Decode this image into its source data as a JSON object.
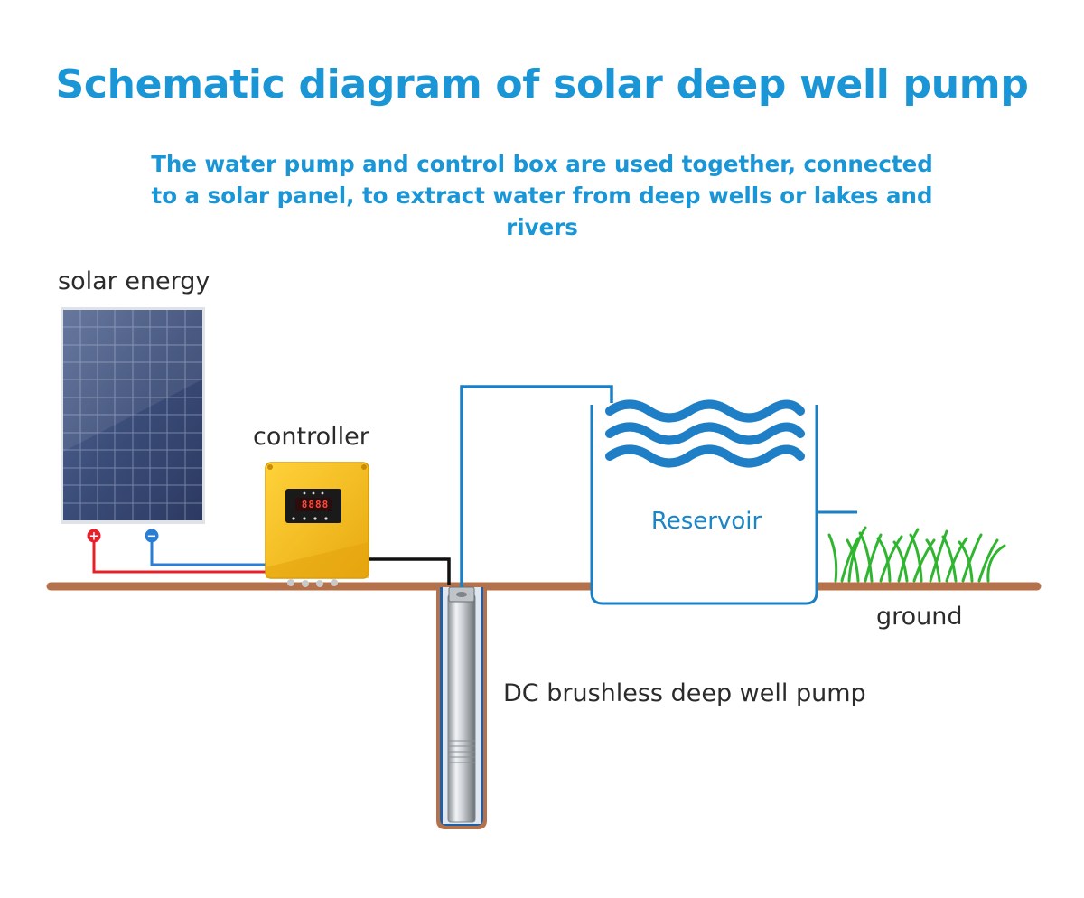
{
  "header": {
    "title": "Schematic diagram of solar deep well pump",
    "subtitle": "The water pump and control box are used together, connected to a solar panel, to extract water from deep wells or lakes and rivers"
  },
  "labels": {
    "solar": "solar energy",
    "controller": "controller",
    "reservoir": "Reservoir",
    "ground": "ground",
    "pump": "DC brushless deep well pump"
  },
  "terminals": {
    "positive": "+",
    "negative": "−"
  },
  "controller_display": "8888",
  "colors": {
    "title": "#1a96d6",
    "pipe": "#1a7fc4",
    "ground": "#b5714a",
    "wire_positive": "#e8202a",
    "wire_negative": "#2a7fd4",
    "controller_body": "#f5c116",
    "grass": "#2fb52f",
    "water": "#1f7fc6"
  }
}
